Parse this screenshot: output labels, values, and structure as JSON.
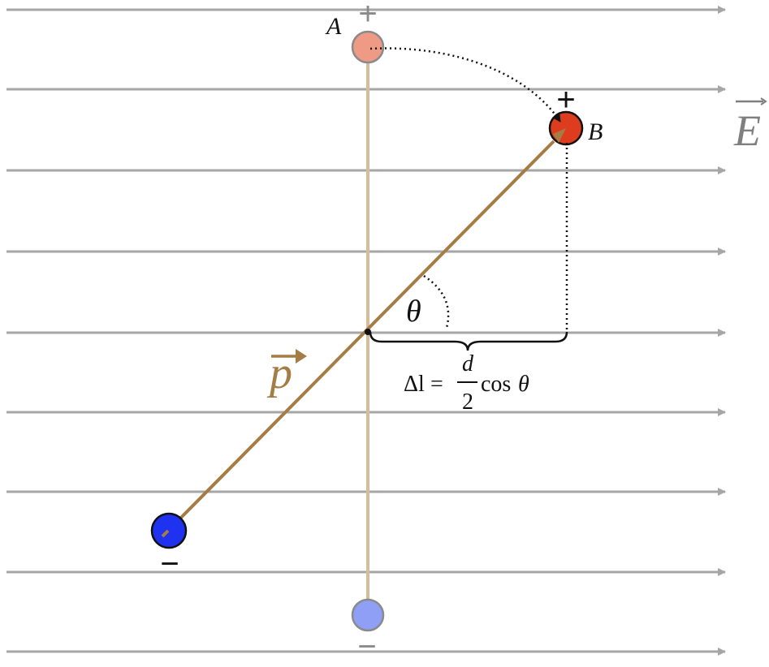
{
  "labels": {
    "point_a": "A",
    "point_b": "B",
    "field": "E",
    "dipole_moment": "p",
    "angle": "θ",
    "plus": "+",
    "minus": "−"
  },
  "formula": {
    "lhs": "Δl",
    "equals": "=",
    "numerator": "d",
    "denominator": "2",
    "func": "cos",
    "var": "θ"
  },
  "colors": {
    "field_line": "#a6a6a6",
    "dipole_rod": "#a67c45",
    "dipole_rod_faded": "#d4bc9c",
    "charge_positive": "#dd3d1e",
    "charge_positive_faded": "#ee9a85",
    "charge_negative": "#1e32f0",
    "charge_negative_faded": "#8f9ff5",
    "label_dark": "#111111",
    "label_gray": "#7f7f7f"
  }
}
